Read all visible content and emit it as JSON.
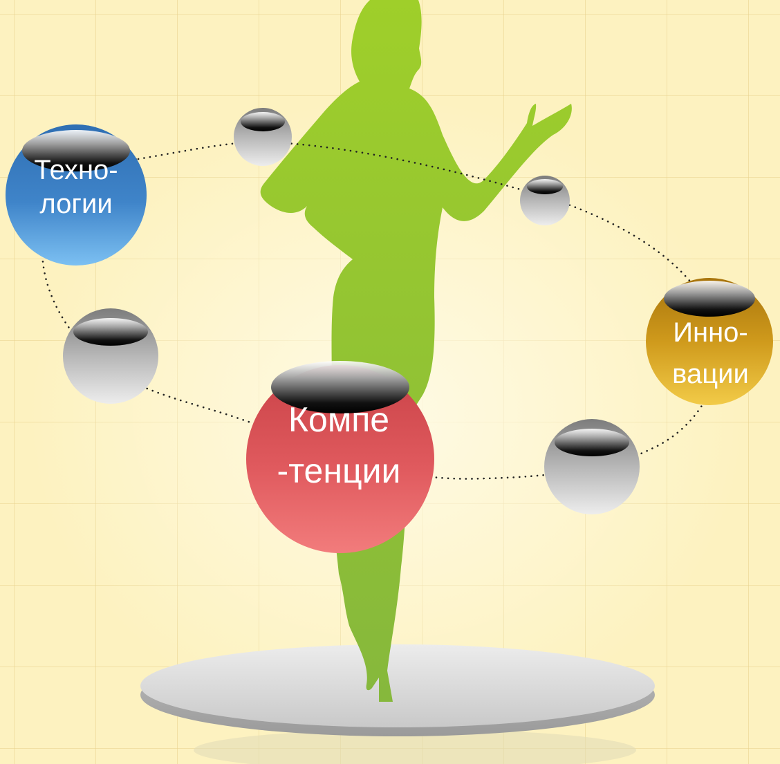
{
  "colors": {
    "background": "#fdf2c0",
    "silhouette": "#8cc63f",
    "tech_circle": "#4f93d6",
    "innov_circle": "#d8a31c",
    "comp_circle": "#e05e60",
    "grey_bead": "#b9b9b9",
    "pedestal": "#d6d6d6"
  },
  "nodes": {
    "tech": {
      "label": "Техно-\nлогии"
    },
    "innov": {
      "label": "Инно-\nвации"
    },
    "comp": {
      "label": "Компе\n-тенции"
    }
  },
  "icons": [
    "woman-silhouette",
    "pedestal-disc",
    "grey-bead"
  ]
}
